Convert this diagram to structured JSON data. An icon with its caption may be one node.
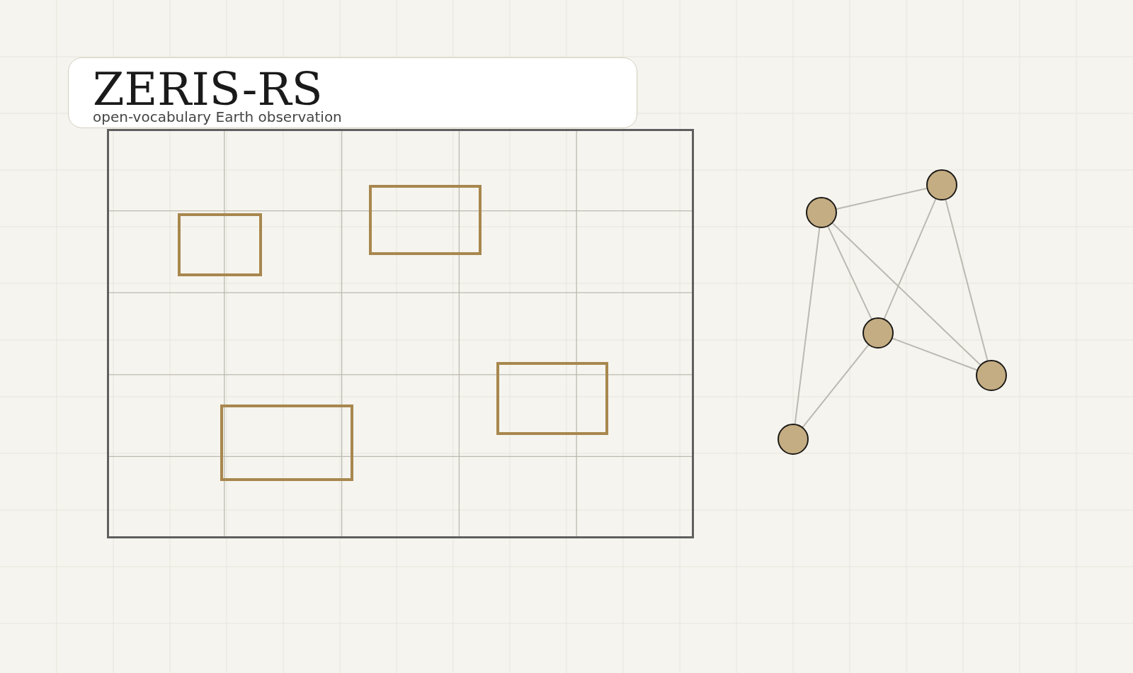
{
  "diagram": {
    "title": "ZERIS-RS",
    "nodes": [
      {
        "text": [],
        "shape": "box"
      },
      {
        "text": [],
        "shape": "box",
        "in": 0
      },
      {
        "text": [],
        "shape": "box",
        "in": 0
      },
      {
        "text": [],
        "shape": "box",
        "in": 0
      },
      {
        "text": [],
        "shape": "box",
        "in": 0
      },
      {
        "text": [],
        "shape": "circle"
      },
      {
        "text": [],
        "shape": "circle"
      },
      {
        "text": [],
        "shape": "circle"
      },
      {
        "text": [],
        "shape": "circle"
      },
      {
        "text": [],
        "shape": "circle"
      }
    ],
    "edges": [
      {
        "from": 6,
        "to": 5,
        "arrow": "none"
      },
      {
        "from": 6,
        "to": 7,
        "arrow": "none"
      },
      {
        "from": 6,
        "to": 8,
        "arrow": "none"
      },
      {
        "from": 6,
        "to": 9,
        "arrow": "none"
      },
      {
        "from": 5,
        "to": 7,
        "arrow": "none"
      },
      {
        "from": 5,
        "to": 8,
        "arrow": "none"
      },
      {
        "from": 7,
        "to": 8,
        "arrow": "none"
      },
      {
        "from": 7,
        "to": 9,
        "arrow": "none"
      }
    ],
    "labels": [
      "open-vocabulary Earth observation"
    ]
  }
}
